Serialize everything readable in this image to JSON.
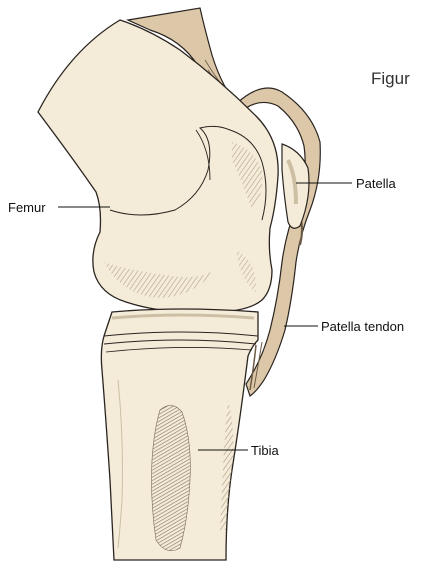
{
  "figure_caption": "Figur",
  "labels": {
    "femur": "Femur",
    "patella": "Patella",
    "patella_tendon": "Patella tendon",
    "tibia": "Tibia"
  },
  "colors": {
    "bone": "#f4ecd8",
    "bone_shade": "#cdbfa4",
    "tendon": "#dcc8a8",
    "tendon_dark": "#6b5a46",
    "outline": "#2a2420"
  }
}
